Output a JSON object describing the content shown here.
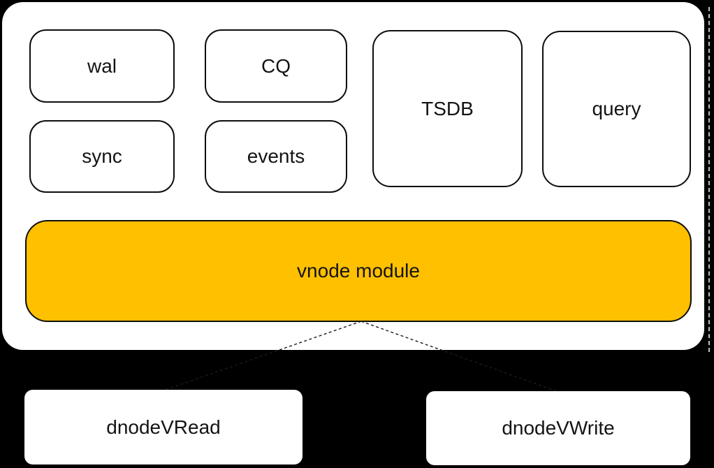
{
  "diagram": {
    "background_color": "#000000",
    "container": {
      "fill_color": "#ffffff",
      "border_style": "dashed"
    },
    "modules": [
      {
        "label": "wal"
      },
      {
        "label": "CQ"
      },
      {
        "label": "sync"
      },
      {
        "label": "events"
      },
      {
        "label": "TSDB"
      },
      {
        "label": "query"
      }
    ],
    "vnode": {
      "label": "vnode module",
      "fill_color": "#ffc000",
      "border_color": "#0d0d0d"
    },
    "dnodes": [
      {
        "label": "dnodeVRead"
      },
      {
        "label": "dnodeVWrite"
      }
    ],
    "connector_style": "dashed"
  }
}
